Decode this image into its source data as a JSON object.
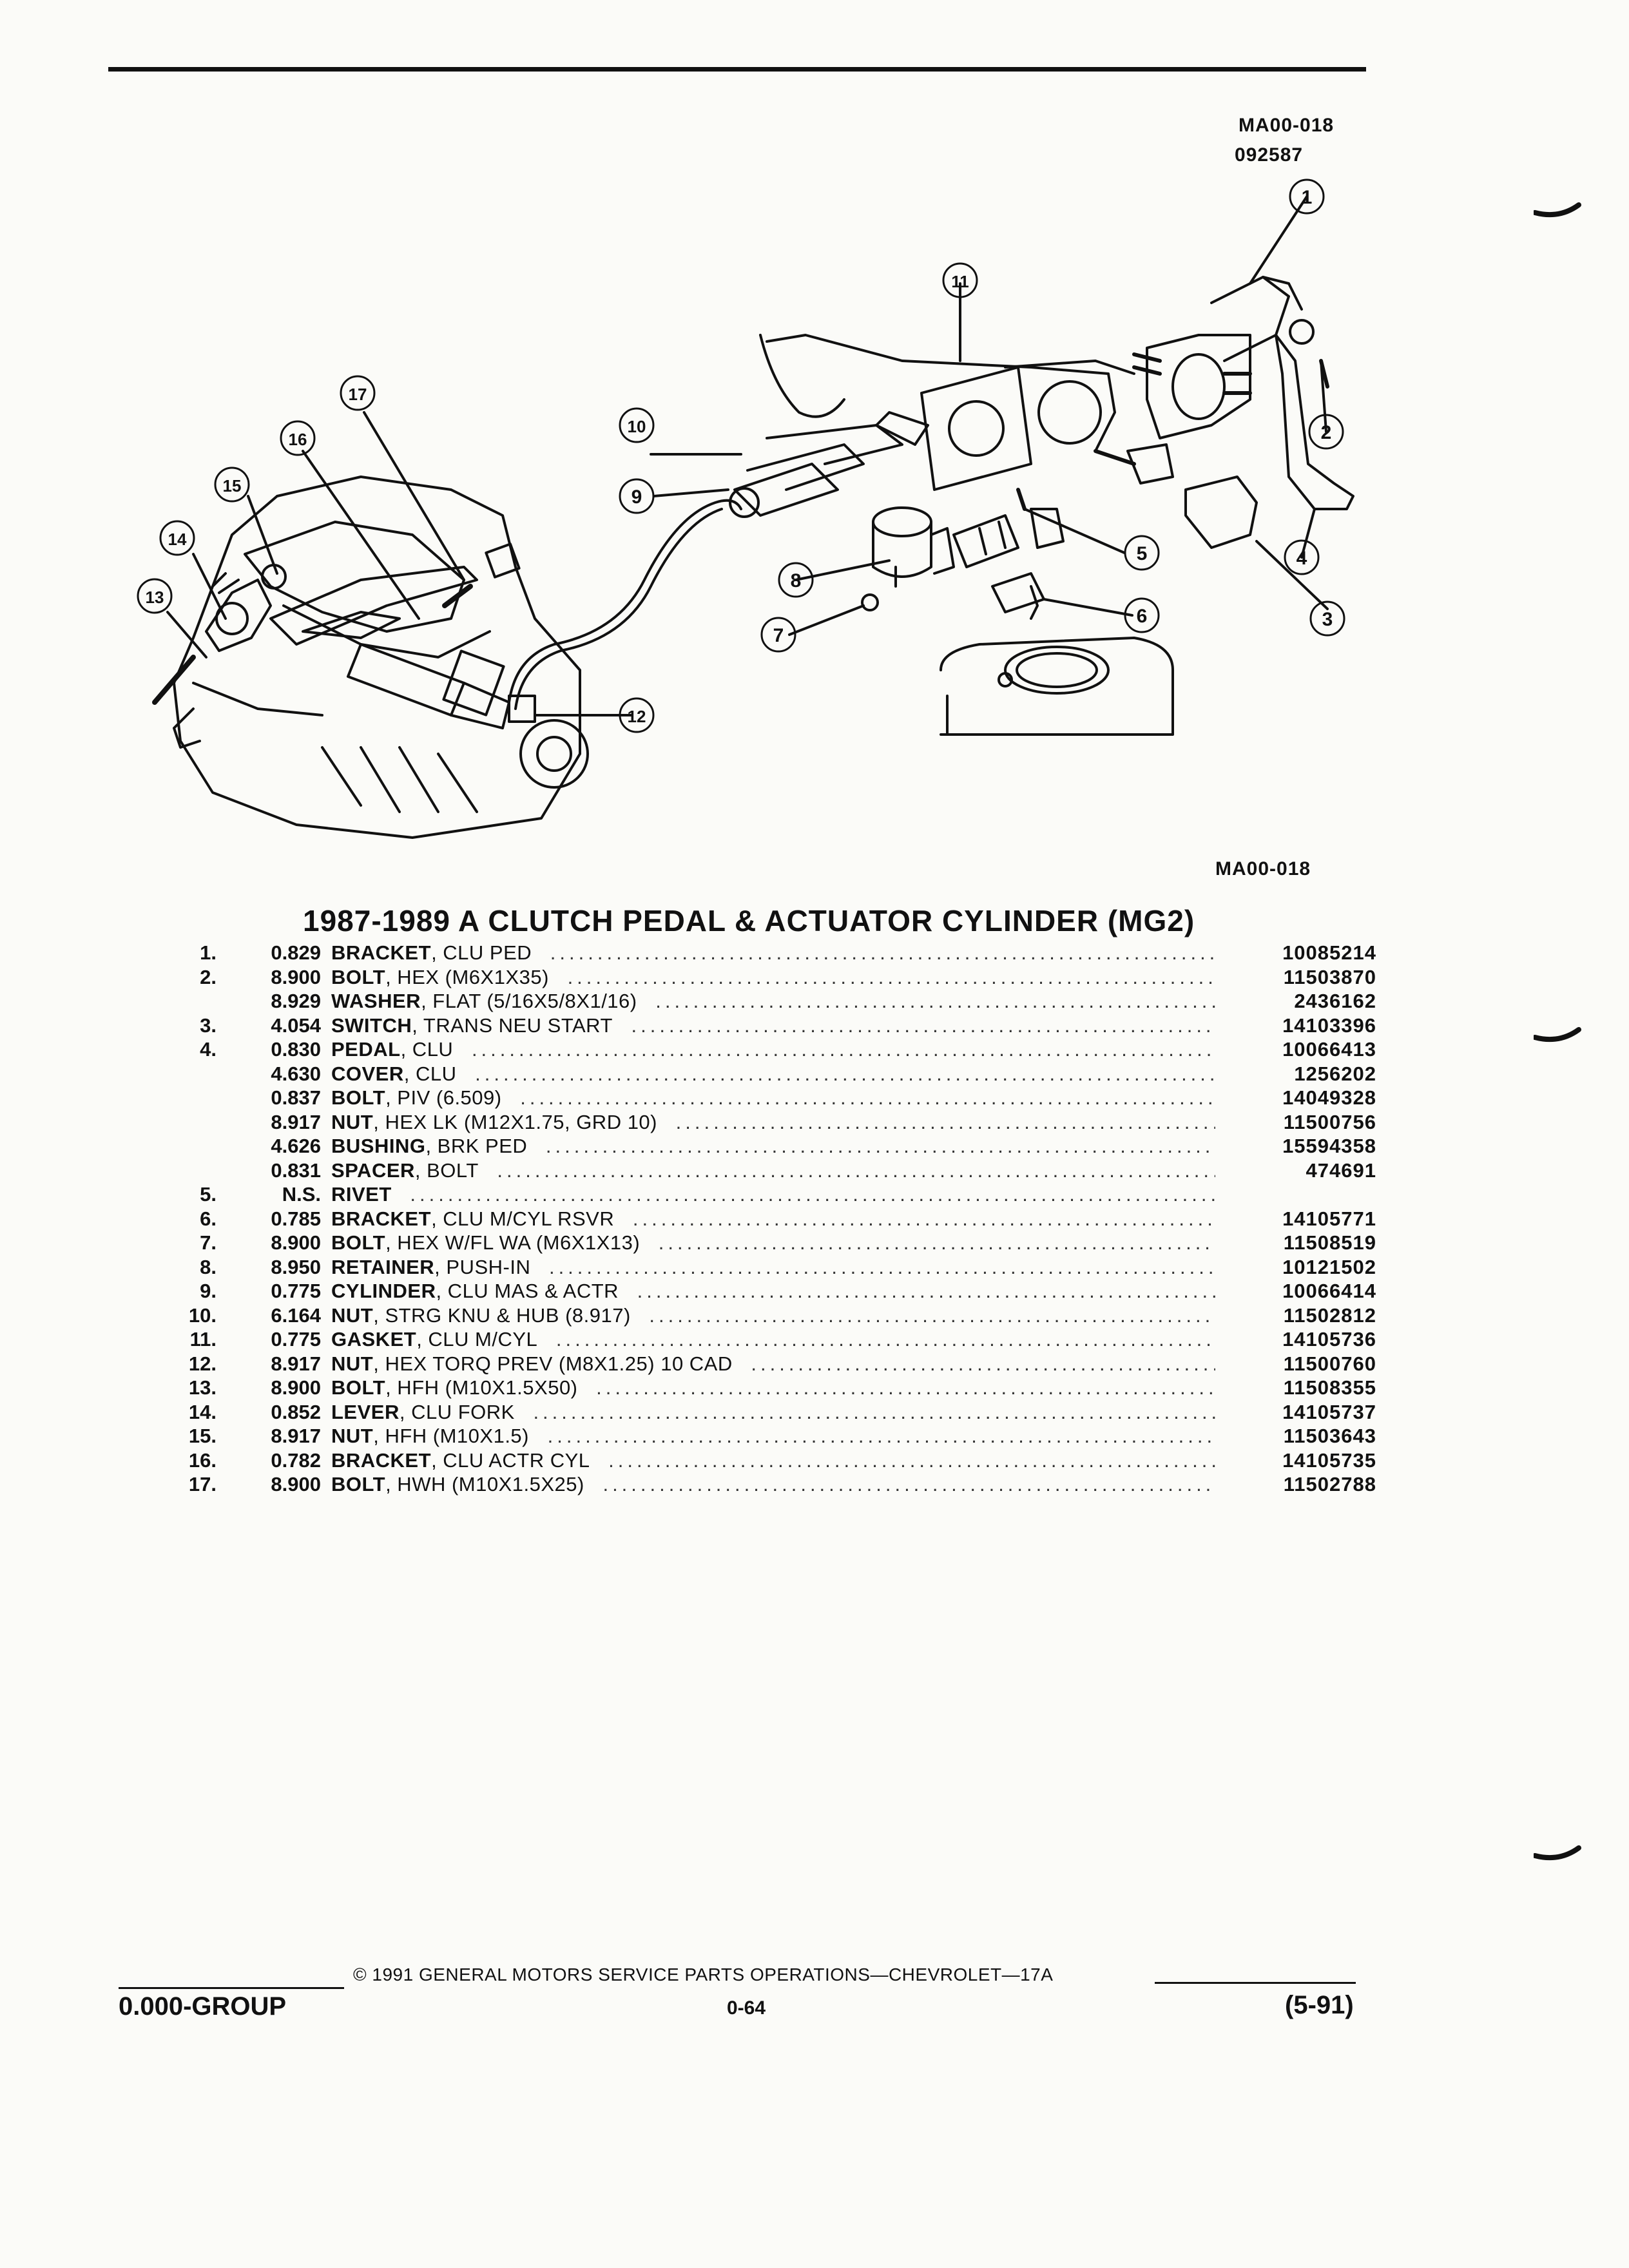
{
  "header": {
    "ref_code": "MA00-018",
    "date_code": "092587"
  },
  "diagram": {
    "callouts": [
      "1",
      "2",
      "3",
      "4",
      "5",
      "6",
      "7",
      "8",
      "9",
      "10",
      "11",
      "12",
      "13",
      "14",
      "15",
      "16",
      "17"
    ],
    "caption_code": "MA00-018"
  },
  "title": "1987-1989 A CLUTCH PEDAL & ACTUATOR CYLINDER (MG2)",
  "parts": [
    {
      "num": "1.",
      "group": "0.829",
      "name": "BRACKET",
      "desc": ", CLU PED",
      "pn": "10085214"
    },
    {
      "num": "2.",
      "group": "8.900",
      "name": "BOLT",
      "desc": ", HEX (M6X1X35)",
      "pn": "11503870"
    },
    {
      "num": "",
      "group": "8.929",
      "name": "WASHER",
      "desc": ", FLAT (5/16X5/8X1/16)",
      "pn": "2436162"
    },
    {
      "num": "3.",
      "group": "4.054",
      "name": "SWITCH",
      "desc": ", TRANS NEU START",
      "pn": "14103396"
    },
    {
      "num": "4.",
      "group": "0.830",
      "name": "PEDAL",
      "desc": ", CLU",
      "pn": "10066413"
    },
    {
      "num": "",
      "group": "4.630",
      "name": "COVER",
      "desc": ", CLU",
      "pn": "1256202"
    },
    {
      "num": "",
      "group": "0.837",
      "name": "BOLT",
      "desc": ", PIV (6.509)",
      "pn": "14049328"
    },
    {
      "num": "",
      "group": "8.917",
      "name": "NUT",
      "desc": ", HEX LK (M12X1.75, GRD 10)",
      "pn": "11500756"
    },
    {
      "num": "",
      "group": "4.626",
      "name": "BUSHING",
      "desc": ", BRK PED",
      "pn": "15594358"
    },
    {
      "num": "",
      "group": "0.831",
      "name": "SPACER",
      "desc": ", BOLT",
      "pn": "474691"
    },
    {
      "num": "5.",
      "group": "N.S.",
      "name": "RIVET",
      "desc": "",
      "pn": ""
    },
    {
      "num": "6.",
      "group": "0.785",
      "name": "BRACKET",
      "desc": ", CLU M/CYL RSVR",
      "pn": "14105771"
    },
    {
      "num": "7.",
      "group": "8.900",
      "name": "BOLT",
      "desc": ", HEX W/FL WA (M6X1X13)",
      "pn": "11508519"
    },
    {
      "num": "8.",
      "group": "8.950",
      "name": "RETAINER",
      "desc": ", PUSH-IN",
      "pn": "10121502"
    },
    {
      "num": "9.",
      "group": "0.775",
      "name": "CYLINDER",
      "desc": ", CLU MAS & ACTR",
      "pn": "10066414"
    },
    {
      "num": "10.",
      "group": "6.164",
      "name": "NUT",
      "desc": ", STRG KNU & HUB (8.917)",
      "pn": "11502812"
    },
    {
      "num": "11.",
      "group": "0.775",
      "name": "GASKET",
      "desc": ", CLU M/CYL",
      "pn": "14105736"
    },
    {
      "num": "12.",
      "group": "8.917",
      "name": "NUT",
      "desc": ", HEX TORQ PREV (M8X1.25) 10 CAD",
      "pn": "11500760"
    },
    {
      "num": "13.",
      "group": "8.900",
      "name": "BOLT",
      "desc": ", HFH (M10X1.5X50)",
      "pn": "11508355"
    },
    {
      "num": "14.",
      "group": "0.852",
      "name": "LEVER",
      "desc": ", CLU FORK",
      "pn": "14105737"
    },
    {
      "num": "15.",
      "group": "8.917",
      "name": "NUT",
      "desc": ", HFH (M10X1.5)",
      "pn": "11503643"
    },
    {
      "num": "16.",
      "group": "0.782",
      "name": "BRACKET",
      "desc": ", CLU ACTR CYL",
      "pn": "14105735"
    },
    {
      "num": "17.",
      "group": "8.900",
      "name": "BOLT",
      "desc": ", HWH (M10X1.5X25)",
      "pn": "11502788"
    }
  ],
  "footer": {
    "copyright": "© 1991 GENERAL MOTORS SERVICE PARTS OPERATIONS—CHEVROLET—17A",
    "group": "0.000-GROUP",
    "page": "0-64",
    "revision": "(5-91)"
  }
}
